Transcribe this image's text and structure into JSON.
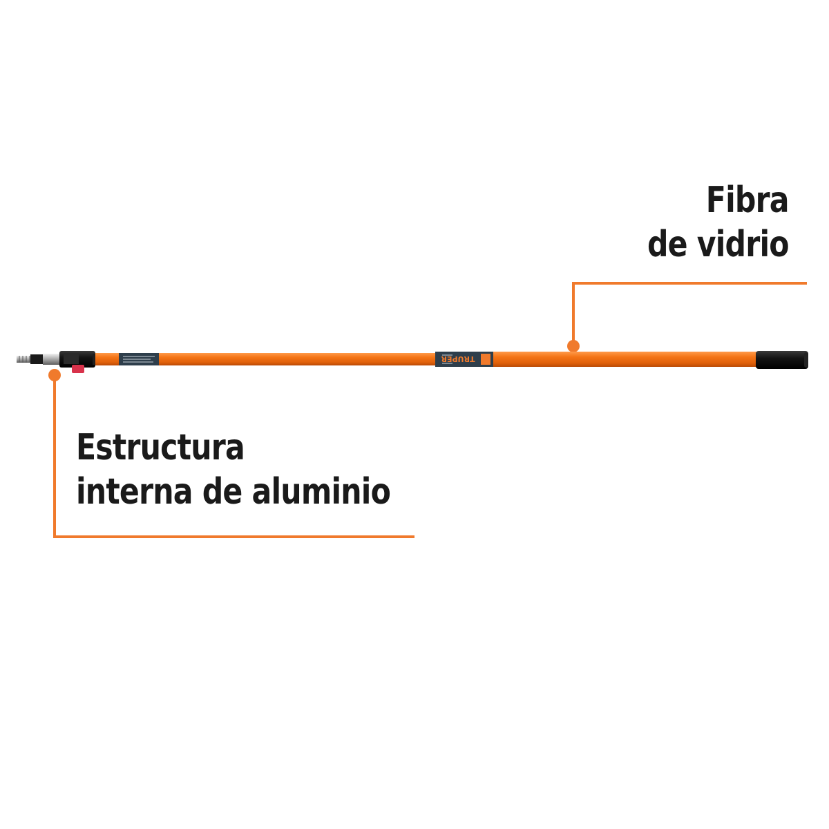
{
  "callouts": {
    "fiberglass": {
      "line1": "Fibra",
      "line2": "de vidrio"
    },
    "aluminum": {
      "line1": "Estructura",
      "line2": "interna de aluminio"
    }
  },
  "pole": {
    "brand_label": "TRUPER"
  },
  "colors": {
    "accent": "#f07a2c",
    "pole_orange": "#f36b12",
    "text": "#1a1a1a",
    "grip": "#111111",
    "label_band": "#2e3e4b"
  }
}
